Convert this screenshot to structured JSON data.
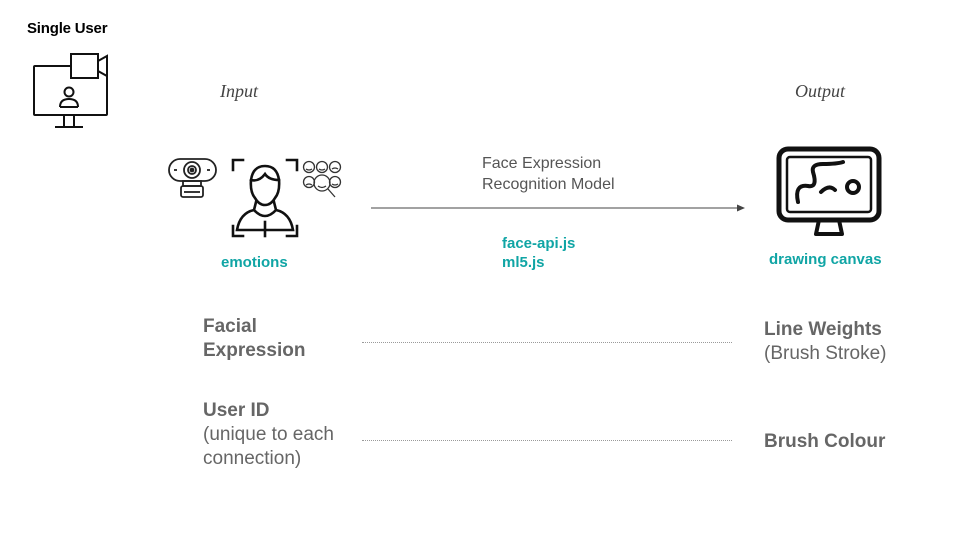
{
  "title": "Single User",
  "input_label": "Input",
  "output_label": "Output",
  "model_label": [
    "Face Expression",
    "Recognition Model"
  ],
  "libraries": [
    "face-api.js",
    "ml5.js"
  ],
  "emotions_label": "emotions",
  "canvas_label": "drawing canvas",
  "mappings": [
    {
      "input_lines": [
        "Facial",
        "Expression"
      ],
      "output_title": "Line Weights",
      "output_sub": "(Brush Stroke)"
    },
    {
      "input_title": "User ID",
      "input_sub": [
        "(unique to each",
        "connection)"
      ],
      "output_title": "Brush Colour"
    }
  ],
  "colors": {
    "accent": "#10a5a5",
    "text_grey": "#666666",
    "icon": "#111111"
  },
  "icons": [
    "video-call-monitor-icon",
    "webcam-icon",
    "face-recognition-icon",
    "emoji-search-icon",
    "drawing-monitor-icon"
  ]
}
